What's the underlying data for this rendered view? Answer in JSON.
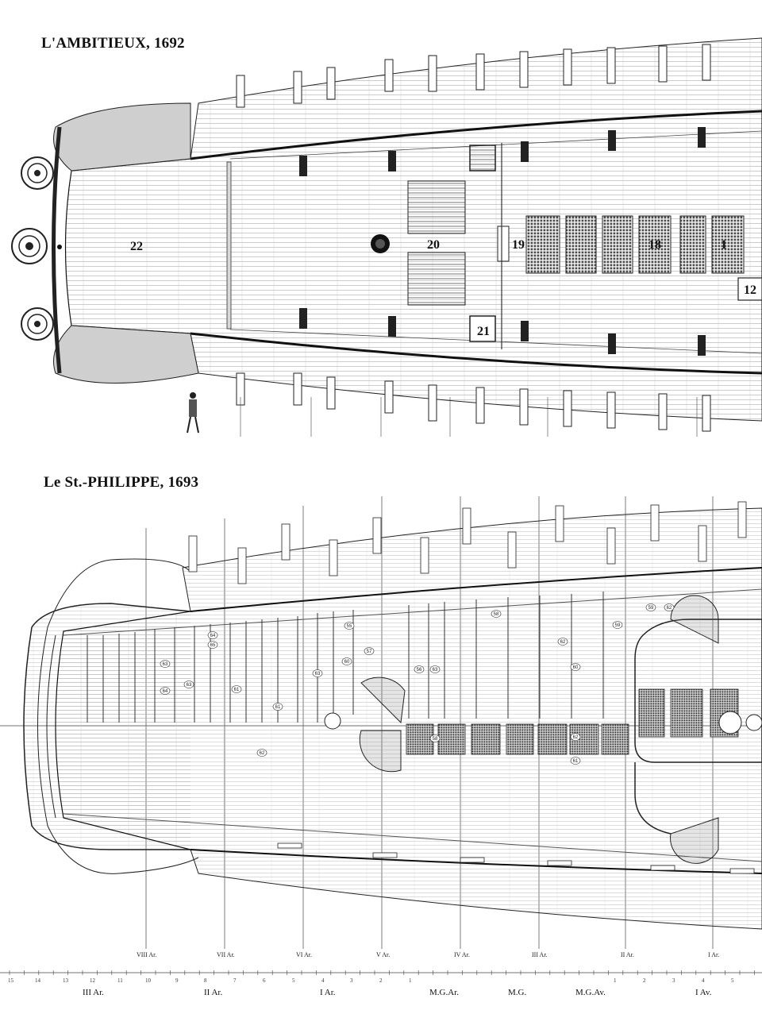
{
  "ship1": {
    "title": "L'AMBITIEUX, 1692",
    "labels": [
      {
        "text": "22"
      },
      {
        "text": "20"
      },
      {
        "text": "19"
      },
      {
        "text": "18"
      },
      {
        "text": "1"
      },
      {
        "text": "12"
      },
      {
        "text": "21"
      }
    ]
  },
  "ship2": {
    "title": "Le St.-PHILIPPE, 1693",
    "stations": [
      "VIII Ar.",
      "VII Ar.",
      "VI Ar.",
      "V Ar.",
      "IV Ar.",
      "III Ar.",
      "II Ar.",
      "I Ar."
    ],
    "callouts": [
      "64",
      "65",
      "63",
      "64",
      "63",
      "61",
      "62",
      "61",
      "60",
      "63",
      "57",
      "63",
      "62",
      "56",
      "55",
      "58",
      "59",
      "60",
      "62",
      "61",
      "58",
      "59",
      "62"
    ]
  },
  "scale": {
    "numbers": [
      "15",
      "14",
      "13",
      "12",
      "11",
      "10",
      "9",
      "8",
      "7",
      "6",
      "5",
      "4",
      "3",
      "2",
      "1",
      "1",
      "2",
      "3",
      "4",
      "5"
    ],
    "labels": [
      "III Ar.",
      "II Ar.",
      "I Ar.",
      "M.G.Ar.",
      "M.G.",
      "M.G.Av.",
      "I Av."
    ]
  }
}
